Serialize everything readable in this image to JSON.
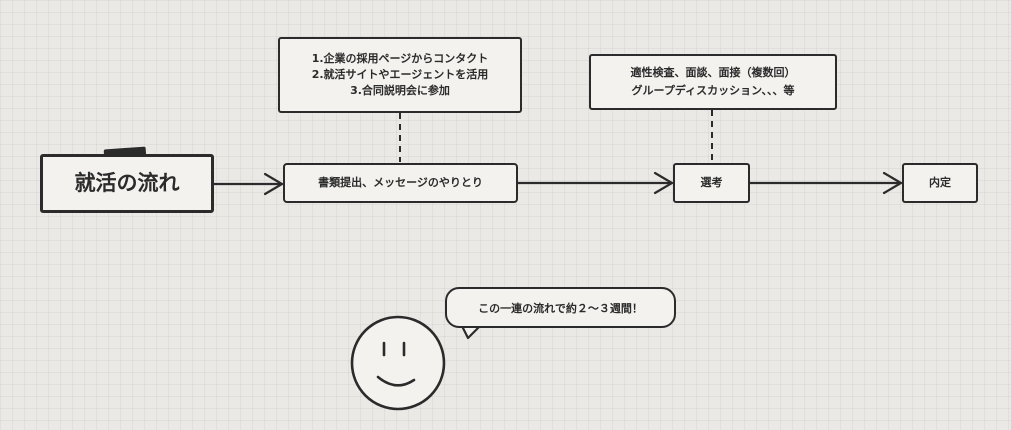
{
  "title": "就活の流れ",
  "flow": {
    "step1": "書類提出、メッセージのやりとり",
    "step2": "選考",
    "step3": "内定"
  },
  "note_step1": {
    "lines": [
      "1.企業の採用ページからコンタクト",
      "2.就活サイトやエージェントを活用",
      "3.合同説明会に参加"
    ]
  },
  "note_step2": {
    "lines": [
      "適性検査、面談、面接（複数回）",
      "グループディスカッション、、、等"
    ]
  },
  "speech": "この一連の流れで約２～３週間！",
  "colors": {
    "ink": "#2b2b2b",
    "background": "#ebe9e6"
  }
}
